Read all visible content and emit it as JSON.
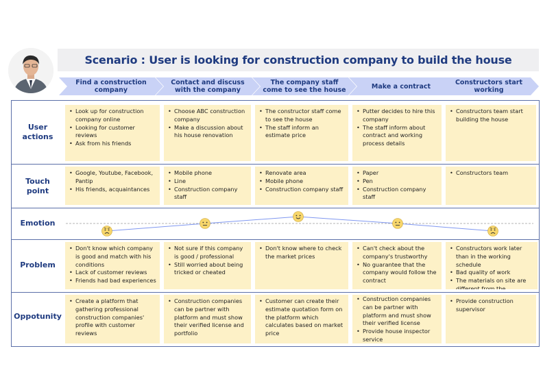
{
  "title": "Scenario : User is looking for construction company to build the house",
  "stages": [
    "Find a construction company",
    "Contact and discuss with the company",
    "The company staff come to see the house",
    "Make a contract",
    "Constructors start working"
  ],
  "rows": [
    {
      "label": "User actions",
      "cells": [
        [
          "Look up for construction company online",
          "Looking for customer reviews",
          "Ask from his friends"
        ],
        [
          "Choose ABC construction company",
          "Make a discussion about his house renovation"
        ],
        [
          "The constructor staff come to see the house",
          "The staff inform an estimate price"
        ],
        [
          "Putter decides to hire this company",
          "The staff inform about contract and working process details"
        ],
        [
          "Constructors team start building the house"
        ]
      ]
    },
    {
      "label": "Touch point",
      "cells": [
        [
          "Google, Youtube, Facebook, Pantip",
          "His friends, acquaintances"
        ],
        [
          "Mobile phone",
          "Line",
          "Construction company staff"
        ],
        [
          "Renovate area",
          "Mobile phone",
          "Construction company staff"
        ],
        [
          "Paper",
          "Pen",
          "Construction company staff"
        ],
        [
          "Constructors team"
        ]
      ]
    },
    {
      "label": "Emotion",
      "cells": []
    },
    {
      "label": "Problem",
      "cells": [
        [
          "Don't know which company is good and match with his conditions",
          "Lack of customer reviews",
          "Friends had bad experiences"
        ],
        [
          "Not sure if this company is good / professional",
          "Still worried about being tricked or cheated"
        ],
        [
          "Don't know where to check the market prices"
        ],
        [
          "Can't check about the company's trustworthy",
          "No guarantee that the company would follow the contract"
        ],
        [
          "Constructors work later than in the working schedule",
          "Bad quality of work",
          "The materials on site are different from the agreement"
        ]
      ]
    },
    {
      "label": "Oppotunity",
      "cells": [
        [
          "Create a platform that gathering professional construction companies' profile with customer reviews"
        ],
        [
          "Construction companies can be partner with platform and must show their verified license and portfolio"
        ],
        [
          "Customer can create their estimate quotation form on the platform which calculates based on market price"
        ],
        [
          "Construction companies can be partner with platform and must show their verified license",
          "Provide house inspector service"
        ],
        [
          "Provide construction supervisor"
        ]
      ]
    }
  ],
  "emotion": {
    "levels": [
      "sad",
      "neutral",
      "happy",
      "neutral",
      "sad"
    ],
    "line_color": "#7f97f0",
    "face_color": "#f7d66b"
  },
  "colors": {
    "title": "#1f3b80",
    "stage_bg": "#c9d2f6",
    "cell_bg": "#fdf1c7",
    "border": "#5a6fa8"
  }
}
